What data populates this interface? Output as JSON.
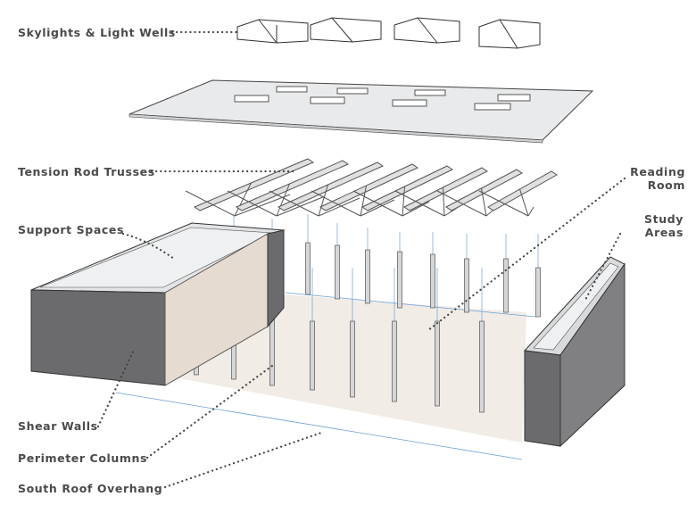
{
  "labels": {
    "skylights": "Skylights & Light Wells",
    "trusses": "Tension Rod Trusses",
    "support": "Support Spaces",
    "reading_1": "Reading",
    "reading_2": "Room",
    "study_1": "Study",
    "study_2": "Areas",
    "shear": "Shear Walls",
    "columns": "Perimeter Columns",
    "overhang": "South Roof Overhang"
  },
  "colors": {
    "text": "#4a4a4a",
    "wall": "#6b6b6d",
    "floor": "#f1ece5",
    "tan": "#e6dbd0",
    "roof": "#e9eaeb",
    "guide": "#6aa0d8"
  }
}
